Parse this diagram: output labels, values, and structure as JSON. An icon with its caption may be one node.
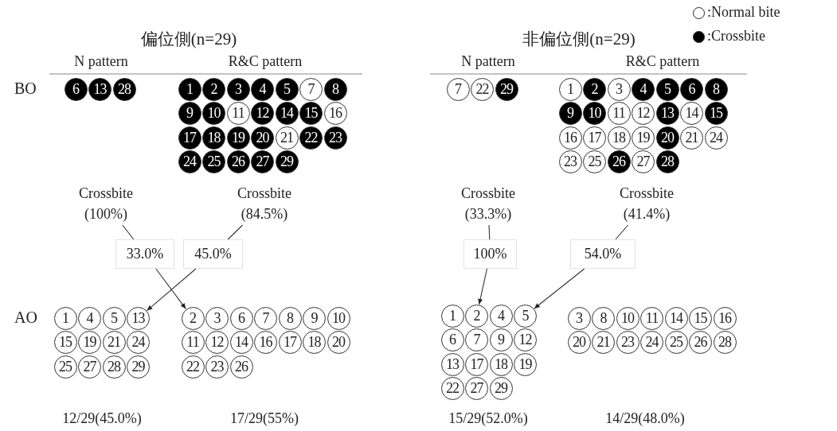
{
  "diagram": {
    "nodes": [
      {
        "text": [
          "6"
        ]
      },
      {
        "text": [
          "13"
        ]
      },
      {
        "text": [
          "28"
        ]
      },
      {
        "text": [
          "1"
        ]
      },
      {
        "text": [
          "2"
        ]
      },
      {
        "text": [
          "3"
        ]
      },
      {
        "text": [
          "4"
        ]
      },
      {
        "text": [
          "5"
        ]
      },
      {
        "text": [
          "7"
        ]
      },
      {
        "text": [
          "8"
        ]
      },
      {
        "text": [
          "9"
        ]
      },
      {
        "text": [
          "10"
        ]
      },
      {
        "text": [
          "11"
        ]
      },
      {
        "text": [
          "12"
        ]
      },
      {
        "text": [
          "14"
        ]
      },
      {
        "text": [
          "15"
        ]
      },
      {
        "text": [
          "16"
        ]
      },
      {
        "text": [
          "17"
        ]
      },
      {
        "text": [
          "18"
        ]
      },
      {
        "text": [
          "19"
        ]
      },
      {
        "text": [
          "20"
        ]
      },
      {
        "text": [
          "21"
        ]
      },
      {
        "text": [
          "22"
        ]
      },
      {
        "text": [
          "23"
        ]
      },
      {
        "text": [
          "24"
        ]
      },
      {
        "text": [
          "25"
        ]
      },
      {
        "text": [
          "26"
        ]
      },
      {
        "text": [
          "27"
        ]
      },
      {
        "text": [
          "29"
        ]
      },
      {
        "text": [
          "7"
        ]
      },
      {
        "text": [
          "22"
        ]
      },
      {
        "text": [
          "29"
        ]
      },
      {
        "text": [
          "1"
        ]
      },
      {
        "text": [
          "2"
        ]
      },
      {
        "text": [
          "3"
        ]
      },
      {
        "text": [
          "4"
        ]
      },
      {
        "text": [
          "5"
        ]
      },
      {
        "text": [
          "6"
        ]
      },
      {
        "text": [
          "8"
        ]
      },
      {
        "text": [
          "9"
        ]
      },
      {
        "text": [
          "10"
        ]
      },
      {
        "text": [
          "11"
        ]
      },
      {
        "text": [
          "12"
        ]
      },
      {
        "text": [
          "13"
        ]
      },
      {
        "text": [
          "14"
        ]
      },
      {
        "text": [
          "15"
        ]
      },
      {
        "text": [
          "16"
        ]
      },
      {
        "text": [
          "17"
        ]
      },
      {
        "text": [
          "18"
        ]
      },
      {
        "text": [
          "19"
        ]
      },
      {
        "text": [
          "20"
        ]
      },
      {
        "text": [
          "21"
        ]
      },
      {
        "text": [
          "24"
        ]
      },
      {
        "text": [
          "23"
        ]
      },
      {
        "text": [
          "25"
        ]
      },
      {
        "text": [
          "26"
        ]
      },
      {
        "text": [
          "27"
        ]
      },
      {
        "text": [
          "28"
        ]
      },
      {
        "text": [
          "Crossbite (100%)"
        ]
      },
      {
        "text": [
          "Crossbite (84.5%)"
        ]
      },
      {
        "text": [
          "Crossbite (33.3%)"
        ]
      },
      {
        "text": [
          "Crossbite (41.4%)"
        ]
      },
      {
        "text": [
          "33.0%"
        ]
      },
      {
        "text": [
          "45.0%"
        ]
      },
      {
        "text": [
          "100%"
        ]
      },
      {
        "text": [
          "54.0%"
        ]
      },
      {
        "text": [
          "1"
        ]
      },
      {
        "text": [
          "4"
        ]
      },
      {
        "text": [
          "5"
        ]
      },
      {
        "text": [
          "13"
        ]
      },
      {
        "text": [
          "15"
        ]
      },
      {
        "text": [
          "19"
        ]
      },
      {
        "text": [
          "21"
        ]
      },
      {
        "text": [
          "24"
        ]
      },
      {
        "text": [
          "25"
        ]
      },
      {
        "text": [
          "27"
        ]
      },
      {
        "text": [
          "28"
        ]
      },
      {
        "text": [
          "29"
        ]
      },
      {
        "text": [
          "2"
        ]
      },
      {
        "text": [
          "3"
        ]
      },
      {
        "text": [
          "6"
        ]
      },
      {
        "text": [
          "7"
        ]
      },
      {
        "text": [
          "8"
        ]
      },
      {
        "text": [
          "9"
        ]
      },
      {
        "text": [
          "10"
        ]
      },
      {
        "text": [
          "11"
        ]
      },
      {
        "text": [
          "12"
        ]
      },
      {
        "text": [
          "14"
        ]
      },
      {
        "text": [
          "16"
        ]
      },
      {
        "text": [
          "17"
        ]
      },
      {
        "text": [
          "18"
        ]
      },
      {
        "text": [
          "20"
        ]
      },
      {
        "text": [
          "22"
        ]
      },
      {
        "text": [
          "23"
        ]
      },
      {
        "text": [
          "26"
        ]
      },
      {
        "text": [
          "1"
        ]
      },
      {
        "text": [
          "2"
        ]
      },
      {
        "text": [
          "4"
        ]
      },
      {
        "text": [
          "5"
        ]
      },
      {
        "text": [
          "6"
        ]
      },
      {
        "text": [
          "7"
        ]
      },
      {
        "text": [
          "9"
        ]
      },
      {
        "text": [
          "12"
        ]
      },
      {
        "text": [
          "13"
        ]
      },
      {
        "text": [
          "17"
        ]
      },
      {
        "text": [
          "18"
        ]
      },
      {
        "text": [
          "19"
        ]
      },
      {
        "text": [
          "22"
        ]
      },
      {
        "text": [
          "27"
        ]
      },
      {
        "text": [
          "29"
        ]
      },
      {
        "text": [
          "3"
        ]
      },
      {
        "text": [
          "8"
        ]
      },
      {
        "text": [
          "10"
        ]
      },
      {
        "text": [
          "11"
        ]
      },
      {
        "text": [
          "14"
        ]
      },
      {
        "text": [
          "15"
        ]
      },
      {
        "text": [
          "16"
        ]
      },
      {
        "text": [
          "20"
        ]
      },
      {
        "text": [
          "21"
        ]
      },
      {
        "text": [
          "23"
        ]
      },
      {
        "text": [
          "24"
        ]
      },
      {
        "text": [
          "25"
        ]
      },
      {
        "text": [
          "26"
        ]
      },
      {
        "text": [
          "28"
        ]
      }
    ],
    "edges": [
      {
        "from": 58,
        "to": 62,
        "arrow": "none"
      },
      {
        "from": 62,
        "to": 78,
        "arrow": "to"
      },
      {
        "from": 59,
        "to": 63,
        "arrow": "none"
      },
      {
        "from": 63,
        "to": 69,
        "arrow": "to"
      },
      {
        "from": 60,
        "to": 64,
        "arrow": "none"
      },
      {
        "from": 64,
        "to": 96,
        "arrow": "to"
      },
      {
        "from": 61,
        "to": 65,
        "arrow": "none"
      },
      {
        "from": 65,
        "to": 98,
        "arrow": "to"
      }
    ],
    "labels": [
      "偏位側(n=29)",
      "非偏位側(n=29)",
      "N pattern",
      "R&C pattern",
      "N pattern",
      "R&C pattern",
      "BO",
      "AO",
      "12/29(45.0%)",
      "17/29(55%)",
      "15/29(52.0%)",
      "14/29(48.0%)"
    ],
    "legend": [
      {
        "text": ":Normal bite",
        "color": "#ffffff"
      },
      {
        "text": ":Crossbite",
        "color": "#000000"
      }
    ]
  }
}
